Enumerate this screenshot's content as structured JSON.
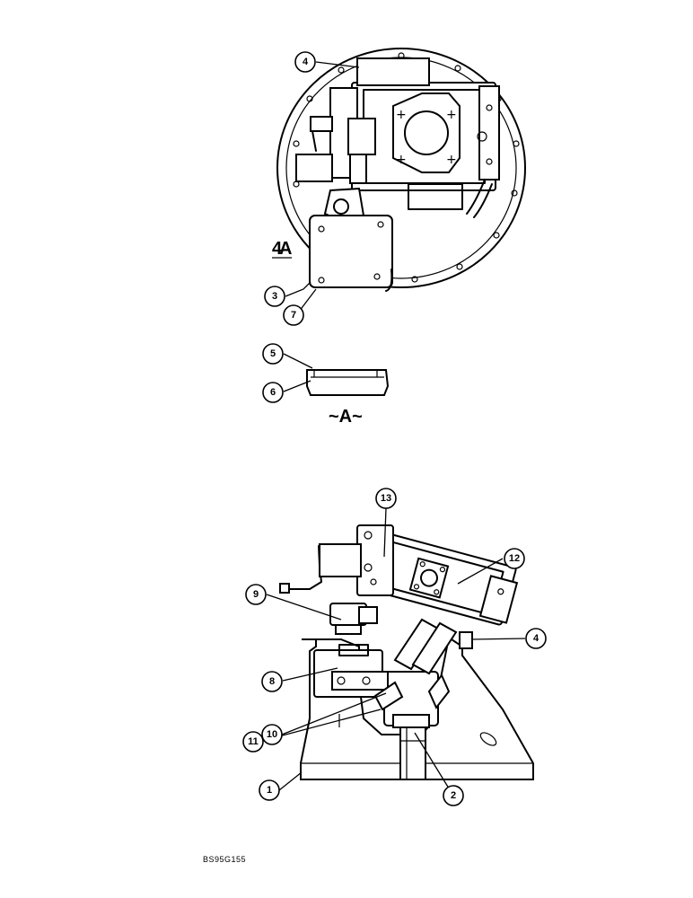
{
  "callouts_top": [
    "4",
    "3",
    "7",
    "5",
    "6"
  ],
  "callouts_bottom": [
    "13",
    "12",
    "9",
    "4",
    "8",
    "10",
    "11",
    "1",
    "2"
  ],
  "view_marker": {
    "number": "4",
    "letter": "A"
  },
  "section_label": "~A~",
  "reference_code": "BS95G155"
}
